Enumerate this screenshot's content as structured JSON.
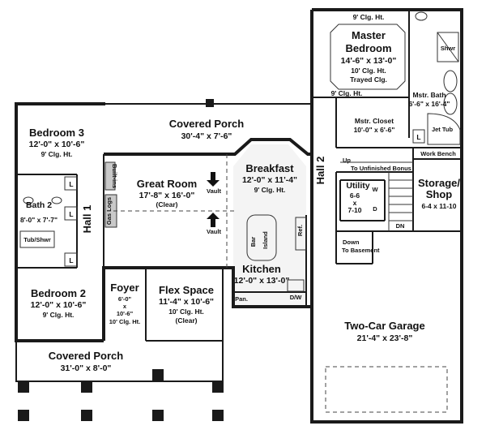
{
  "rooms": {
    "master_bedroom": {
      "name_1": "Master",
      "name_2": "Bedroom",
      "size": "14'-6\" x 13'-0\"",
      "ceiling": "10' Clg. Ht.",
      "note": "Trayed Clg."
    },
    "master_top_ceiling": "9' Clg. Ht.",
    "master_left_ceiling": "9' Clg. Ht.",
    "shower": "Shwr",
    "master_bath": {
      "name": "Mstr. Bath",
      "size": "6'-6\" x 16'-4\""
    },
    "master_closet": {
      "name": "Mstr. Closet",
      "size": "10'-0\" x 6'-6\""
    },
    "jet_tub": "Jet Tub",
    "work_bench": "Work Bench",
    "bedroom3": {
      "name": "Bedroom 3",
      "size": "12'-0\" x 10'-6\"",
      "ceiling": "9' Clg. Ht."
    },
    "covered_porch_back": {
      "name": "Covered Porch",
      "size": "30'-4\" x 7'-6\""
    },
    "great_room": {
      "name": "Great Room",
      "size": "17'-8\" x 16'-0\"",
      "note": "(Clear)"
    },
    "breakfast": {
      "name": "Breakfast",
      "size": "12'-0\" x 11'-4\"",
      "ceiling": "9' Clg. Ht."
    },
    "hall2": "Hall 2",
    "up_bonus": {
      "line1": "Up",
      "line2": "To Unfinished Bonus"
    },
    "utility": {
      "name": "Utility",
      "dim1": "6-6",
      "dim2": "x",
      "dim3": "7-10"
    },
    "utility_w": "W",
    "utility_d": "D",
    "storage": {
      "name_1": "Storage/",
      "name_2": "Shop",
      "size": "6-4 x 11-10"
    },
    "built_ins": "Built-ins",
    "gas_logs": "Gas Logs",
    "vault_top": "Vault",
    "vault_bottom": "Vault",
    "bath2": {
      "name": "Bath 2",
      "size": "8'-0\" x 7'-7\"",
      "tub": "Tub/Shwr"
    },
    "hall1": "Hall 1",
    "l_marks": [
      "L",
      "L",
      "L",
      "L"
    ],
    "bar": "Bar",
    "island": "Island",
    "ref": "Ref.",
    "kitchen": {
      "name": "Kitchen",
      "size": "12'-0\" x 13'-0\""
    },
    "pantry": "Pan.",
    "dw": "D/W",
    "down_basement": {
      "line1": "Down",
      "line2": "To Basement"
    },
    "dn": "DN",
    "bedroom2": {
      "name": "Bedroom 2",
      "size": "12'-0\" x 10'-6\"",
      "ceiling": "9' Clg. Ht."
    },
    "foyer": {
      "name": "Foyer",
      "dim1": "6'-0\"",
      "dim2": "x",
      "dim3": "10'-6\"",
      "ceiling": "10' Clg. Ht."
    },
    "flex": {
      "name": "Flex Space",
      "size": "11'-4\" x 10'-6\"",
      "ceiling": "10' Clg. Ht.",
      "note": "(Clear)"
    },
    "garage": {
      "name": "Two-Car Garage",
      "size": "21'-4\" x 23'-8\""
    },
    "covered_porch_front": {
      "name": "Covered Porch",
      "size": "31'-0\" x 8'-0\""
    }
  }
}
